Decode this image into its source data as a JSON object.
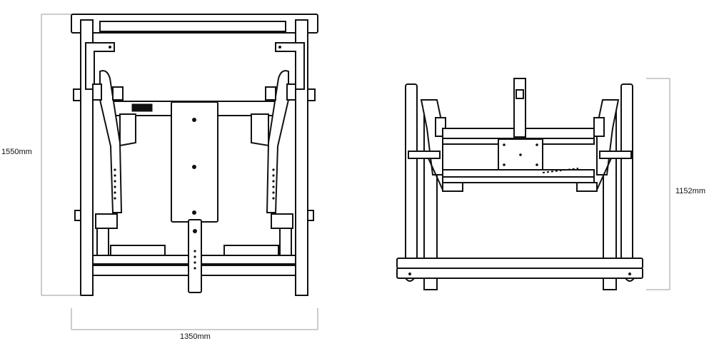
{
  "dimensions": {
    "front_height": "1550mm",
    "front_width": "1350mm",
    "side_height": "1152mm"
  },
  "colors": {
    "line": "#111111",
    "dimension_line": "#9a9a9a",
    "background": "#ffffff"
  }
}
